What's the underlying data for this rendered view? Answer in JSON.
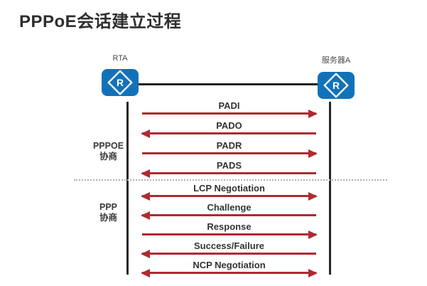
{
  "title": "PPPoE会话建立过程",
  "colors": {
    "router_blue": "#1272B9",
    "arrow_red": "#AE2A30",
    "line_black": "#262626"
  },
  "entities": [
    {
      "name": "RTA"
    },
    {
      "name": "服务器A"
    }
  ],
  "phases": [
    {
      "line1": "PPPOE",
      "line2": "协商"
    },
    {
      "line1": "PPP",
      "line2": "协商"
    }
  ],
  "messages": [
    {
      "label": "PADI",
      "direction": "right",
      "phase": "PPPOE"
    },
    {
      "label": "PADO",
      "direction": "left",
      "phase": "PPPOE"
    },
    {
      "label": "PADR",
      "direction": "right",
      "phase": "PPPOE"
    },
    {
      "label": "PADS",
      "direction": "left",
      "phase": "PPPOE"
    },
    {
      "label": "LCP Negotiation",
      "direction": "both",
      "phase": "PPP"
    },
    {
      "label": "Challenge",
      "direction": "left",
      "phase": "PPP"
    },
    {
      "label": "Response",
      "direction": "right",
      "phase": "PPP"
    },
    {
      "label": "Success/Failure",
      "direction": "left",
      "phase": "PPP"
    },
    {
      "label": "NCP Negotiation",
      "direction": "both",
      "phase": "PPP"
    }
  ]
}
